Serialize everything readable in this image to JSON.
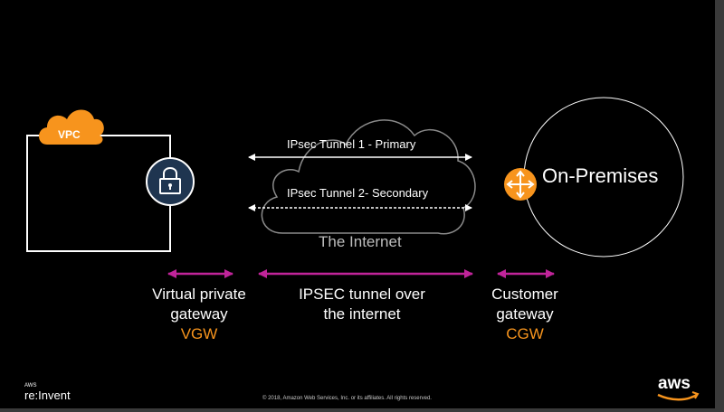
{
  "vpc": {
    "badge_label": "VPC"
  },
  "tunnels": [
    {
      "label": "IPsec Tunnel 1 - Primary",
      "style": "solid"
    },
    {
      "label": "IPsec Tunnel 2- Secondary",
      "style": "dashed"
    }
  ],
  "internet_label": "The Internet",
  "onprem_label": "On-Premises",
  "captions": {
    "vgw": {
      "line1": "Virtual private",
      "line2": "gateway",
      "accent": "VGW"
    },
    "tunnel": {
      "line1": "IPSEC tunnel over",
      "line2": "the internet"
    },
    "cgw": {
      "line1": "Customer",
      "line2": "gateway",
      "accent": "CGW"
    }
  },
  "footer": {
    "copyright": "© 2018, Amazon Web Services, Inc. or its affiliates. All rights reserved.",
    "event_small": "AWS",
    "event_name": "re:Invent",
    "brand": "aws"
  },
  "colors": {
    "background": "#000000",
    "accent_orange": "#f7941d",
    "arrow_magenta": "#c0249a",
    "lock_blue": "#1f3550",
    "line_white": "#ffffff",
    "cloud_gray": "#8a8a8a"
  },
  "icons": [
    "cloud-badge-icon",
    "lock-icon",
    "router-icon",
    "cloud-icon",
    "aws-smile-icon"
  ]
}
